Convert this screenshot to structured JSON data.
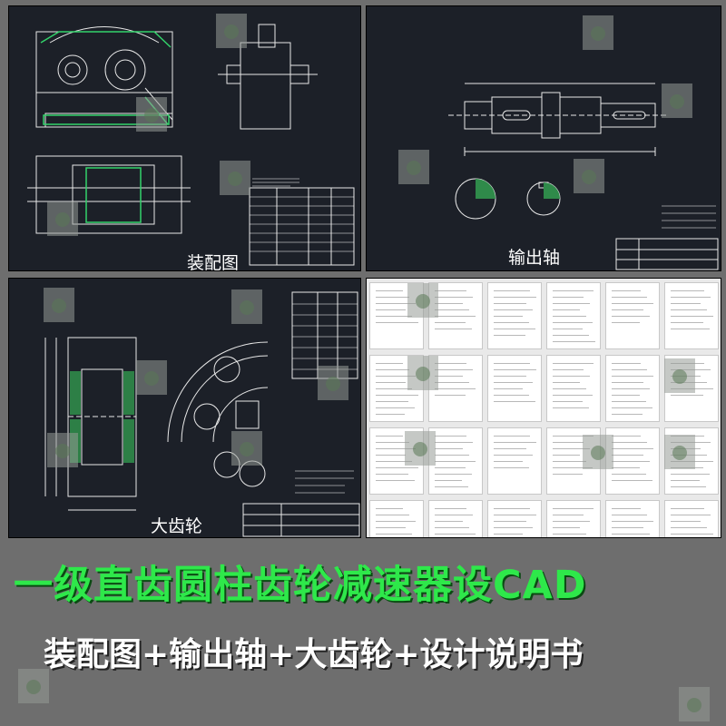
{
  "panels": {
    "assembly_label": "装配图",
    "output_shaft_label": "输出轴",
    "large_gear_label": "大齿轮"
  },
  "banner": {
    "title": "一级直齿圆柱齿轮减速器设CAD",
    "subtitle": "装配图+输出轴+大齿轮+设计说明书",
    "title_color": "#2ee84a",
    "subtitle_color": "#ffffff"
  },
  "colors": {
    "cad_background": "#1c2028",
    "frame_background": "#6e6e6e",
    "drawing_lines": "#ffffff",
    "highlight_green": "#33d26a"
  }
}
